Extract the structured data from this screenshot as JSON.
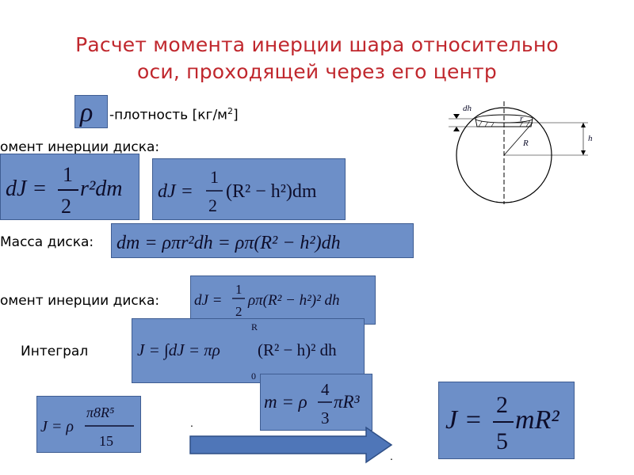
{
  "slide": {
    "title_line1": "Расчет момента инерции шара относительно",
    "title_line2": "оси, проходящей через его центр",
    "title_color": "#c0272d",
    "box_color": "#6d8fc8"
  },
  "labels": {
    "density": "-плотность [кг/м",
    "density_sup": "2",
    "density_close": "]",
    "disk_moment_1": "омент инерции диска:",
    "disk_mass": "Масса диска:",
    "disk_moment_2": "омент инерции диска:",
    "integral": "Интеграл"
  },
  "formulas": {
    "rho": "ρ",
    "f1_lhs": "dJ =",
    "f1_num": "1",
    "f1_den": "2",
    "f1_rhs": "r²dm",
    "f2_lhs": "dJ =",
    "f2_num": "1",
    "f2_den": "2",
    "f2_rhs": "(R² − h²)dm",
    "f3": "dm = ρπr²dh = ρπ(R² − h²)dh",
    "f4_lhs": "dJ =",
    "f4_num": "1",
    "f4_den": "2",
    "f4_rhs": "ρπ(R² − h²)² dh",
    "f5_lhs": "J = ∫dJ = πρ",
    "f5_upper": "R",
    "f5_lower": "0",
    "f5_rhs": "(R² − h)² dh",
    "f6_lhs": "m = ρ",
    "f6_num": "4",
    "f6_den": "3",
    "f6_rhs": "πR³",
    "f7_lhs": "J = ρ",
    "f7_num": "π8R⁵",
    "f7_den": "15",
    "f8_lhs": "J =",
    "f8_num": "2",
    "f8_den": "5",
    "f8_rhs": "mR²"
  },
  "diagram": {
    "dh": "dh",
    "r": "r",
    "R": "R",
    "h": "h"
  },
  "dots": {
    "d1": ".",
    "d2": "."
  }
}
